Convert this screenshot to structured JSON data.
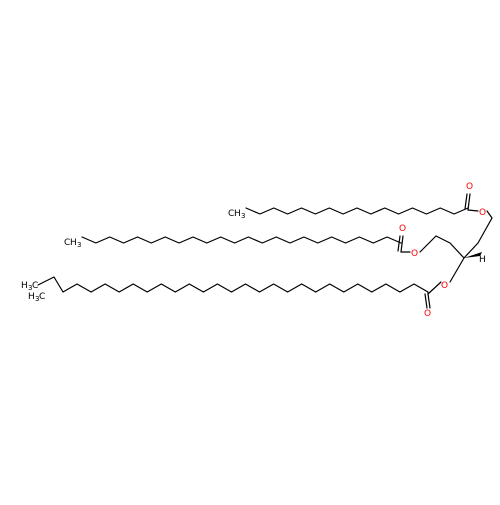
{
  "molecule": {
    "colors": {
      "bond": "#000000",
      "oxygen": "#ff0000",
      "background": "#ffffff"
    },
    "labels": {
      "ester1_carbonyl_O": "O",
      "ester1_ether_O": "O",
      "ester2_carbonyl_O": "O",
      "ester2_ether_O": "O",
      "ester3_carbonyl_O": "O",
      "ester3_ether_O": "O",
      "stereo_H": "H",
      "chain1_terminal_C": "H",
      "chain1_terminal_sub": "3",
      "chain1_terminal_C_letter": "C",
      "chain2_terminal_C": "H",
      "chain2_terminal_sub": "3",
      "chain2_terminal_C_letter": "C",
      "chain3_terminal_C": "H",
      "chain3_terminal_sub": "3",
      "chain3_terminal_C_letter": "C",
      "chain3_branch_C": "H",
      "chain3_branch_sub": "3",
      "chain3_branch_C_letter": "C"
    }
  }
}
